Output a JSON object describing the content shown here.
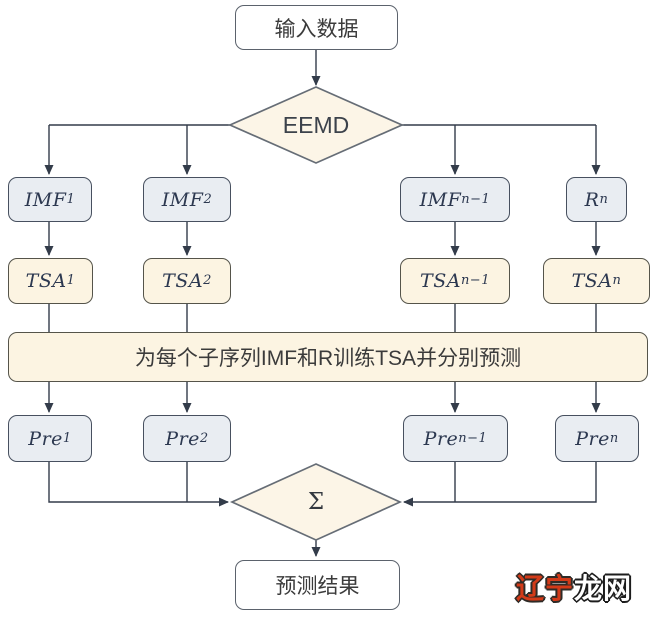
{
  "diagram": {
    "input_node": "输入数据",
    "eemd_node": "EEMD",
    "imf_nodes": [
      {
        "base": "IMF",
        "sub": "1"
      },
      {
        "base": "IMF",
        "sub": "2"
      },
      {
        "base": "IMF",
        "sub": "n−1"
      },
      {
        "base": "R",
        "sub": "n"
      }
    ],
    "tsa_nodes": [
      {
        "base": "TSA",
        "sub": "1"
      },
      {
        "base": "TSA",
        "sub": "2"
      },
      {
        "base": "TSA",
        "sub": "n−1"
      },
      {
        "base": "TSA",
        "sub": "n"
      }
    ],
    "train_node": "为每个子序列IMF和R训练TSA并分别预测",
    "pre_nodes": [
      {
        "base": "Pre",
        "sub": "1"
      },
      {
        "base": "Pre",
        "sub": "2"
      },
      {
        "base": "Pre",
        "sub": "n−1"
      },
      {
        "base": "Pre",
        "sub": "n"
      }
    ],
    "sum_node": "Σ",
    "result_node": "预测结果"
  },
  "watermark": {
    "red_text": "辽宁",
    "white_text": "龙网"
  },
  "colors": {
    "node_blue_fill": "#e9edf2",
    "node_blue_border": "#47505f",
    "node_cream_fill": "#fcf4e2",
    "node_cream_border": "#55544a",
    "diamond_fill": "#fcf5e7",
    "diamond_border": "#666d76",
    "wire": "#333c4a",
    "math_text": "#2c3850",
    "cjk_text": "#3b3b3b",
    "watermark_red": "#d23a18",
    "watermark_white": "#ffffff"
  }
}
